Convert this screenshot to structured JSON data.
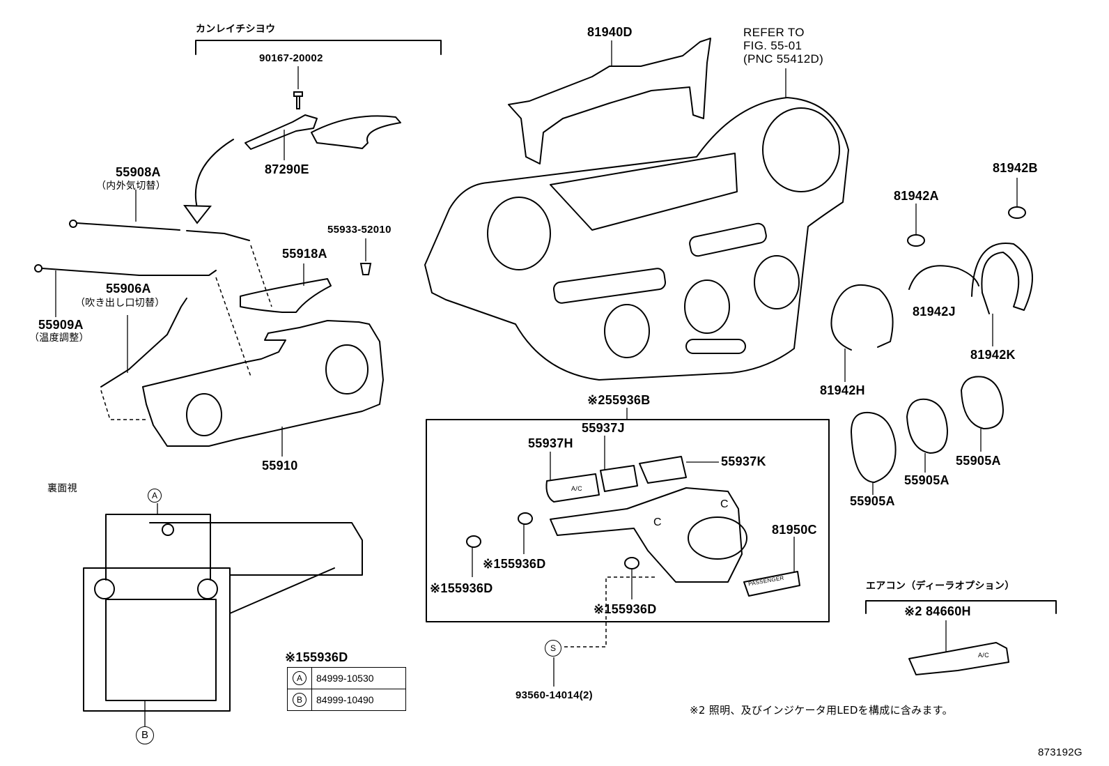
{
  "labels": {
    "kanrei": "カンレイチシヨウ",
    "p90167": "90167-20002",
    "p87290E": "87290E",
    "p55908A": "55908A",
    "p55908A_desc": "（内外気切替）",
    "p55918A": "55918A",
    "p55933": "55933-52010",
    "p55906A": "55906A",
    "p55906A_desc": "（吹き出し口切替）",
    "p55909A": "55909A",
    "p55909A_desc": "（温度調整）",
    "p55910": "55910",
    "rear_view": "裏面視",
    "p81940D": "81940D",
    "refer_to": "REFER TO\nFIG. 55-01\n(PNC 55412D)",
    "p81942B": "81942B",
    "p81942A": "81942A",
    "p81942J": "81942J",
    "p81942H": "81942H",
    "p81942K": "81942K",
    "p55905A_1": "55905A",
    "p55905A_2": "55905A",
    "p55905A_3": "55905A",
    "p55936B": "※255936B",
    "p55937J": "55937J",
    "p55937H": "55937H",
    "p55937K": "55937K",
    "p81950C": "81950C",
    "p155936D_1": "※155936D",
    "p155936D_2": "※155936D",
    "p155936D_3": "※155936D",
    "p155936D_4": "※155936D",
    "p93560": "93560-14014(2)",
    "aircon_opt": "エアコン（ディーラオプション）",
    "p84660H": "※2 84660H",
    "note2": "※2 照明、及びインジケータ用LEDを構成に含みます。",
    "figure_no": "873192G",
    "callout_a": "A",
    "callout_b": "B",
    "callout_s": "S"
  },
  "part_markings": {
    "ac": "A/C",
    "passenger": "PASSENGER",
    "c": "C"
  },
  "code_table": {
    "rows": [
      {
        "symbol": "A",
        "code": "84999-10530"
      },
      {
        "symbol": "B",
        "code": "84999-10490"
      }
    ]
  }
}
